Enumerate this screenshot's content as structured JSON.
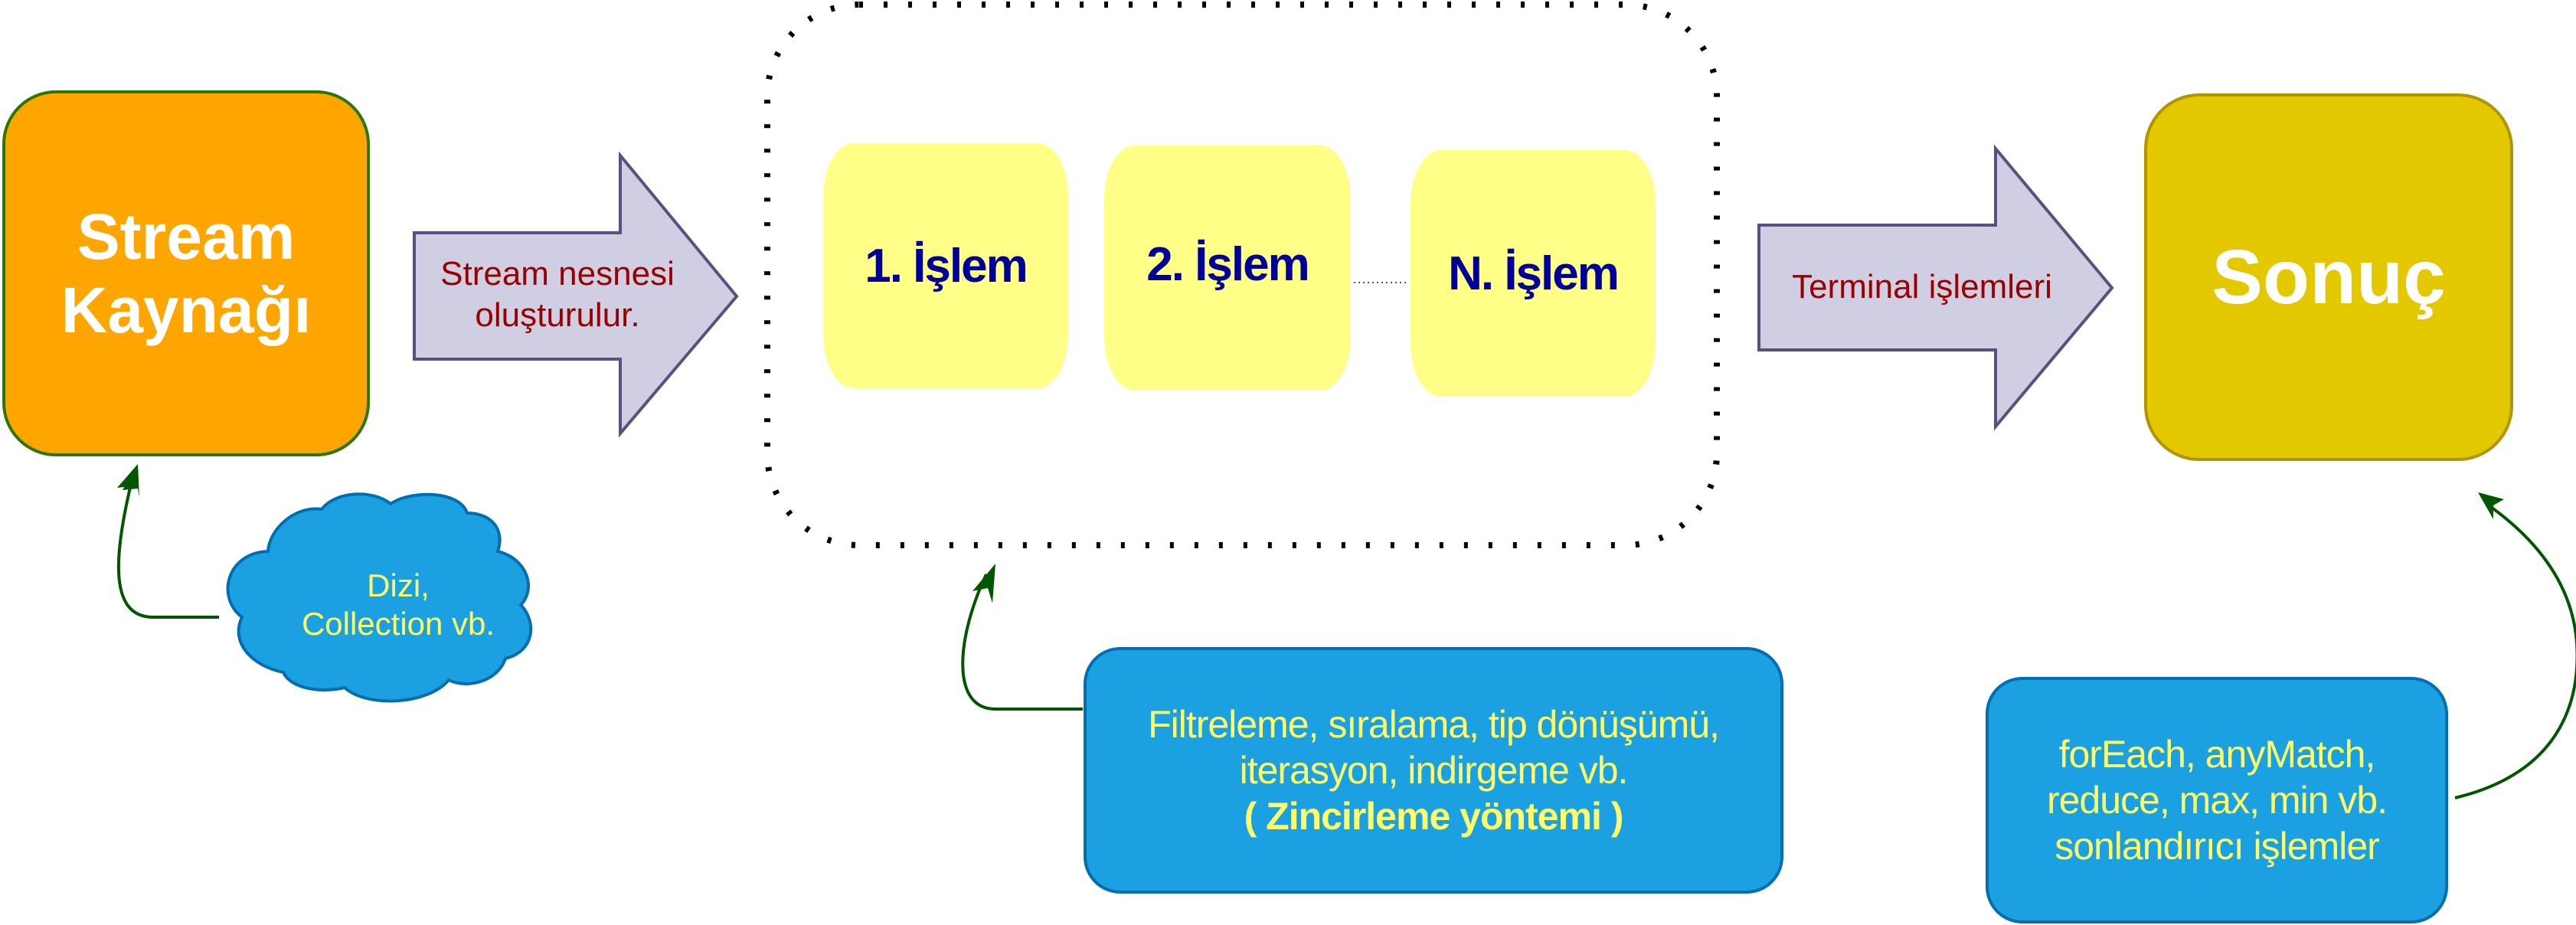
{
  "diagram": {
    "title": "Java Stream processing pipeline",
    "colors": {
      "source_fill": "#FFA500",
      "source_stroke": "#2D7600",
      "arrow_fill": "#D0CEE2",
      "arrow_stroke": "#56517E",
      "arrow_text": "#990000",
      "operation_fill": "#FFFF88",
      "operation_text": "#000099",
      "result_fill": "#E3C800",
      "result_stroke": "#B09500",
      "note_fill": "#1BA1E2",
      "note_stroke": "#006EAF",
      "note_text": "#FFFF66",
      "connector": "#005700",
      "container_dots": "#000000"
    },
    "source": {
      "label_line1": "Stream",
      "label_line2": "Kaynağı"
    },
    "source_cloud": {
      "line1": "Dizi,",
      "line2": "Collection vb."
    },
    "create_arrow": {
      "line1": "Stream nesnesi",
      "line2": "oluşturulur."
    },
    "operations_container": {
      "style": "dotted",
      "operations": [
        {
          "label": "1. İşlem"
        },
        {
          "label": "2. İşlem"
        },
        {
          "label": "N. İşlem"
        }
      ],
      "ellipsis_connector": "dotted"
    },
    "intermediate_note": {
      "line1": "Filtreleme, sıralama, tip dönüşümü,",
      "line2": "iterasyon, indirgeme vb.",
      "line3": "( Zincirleme yöntemi )"
    },
    "terminal_arrow": {
      "label": "Terminal işlemleri"
    },
    "result": {
      "label": "Sonuç"
    },
    "terminal_note": {
      "line1": "forEach, anyMatch,",
      "line2": "reduce, max, min vb.",
      "line3": "sonlandırıcı işlemler"
    }
  }
}
